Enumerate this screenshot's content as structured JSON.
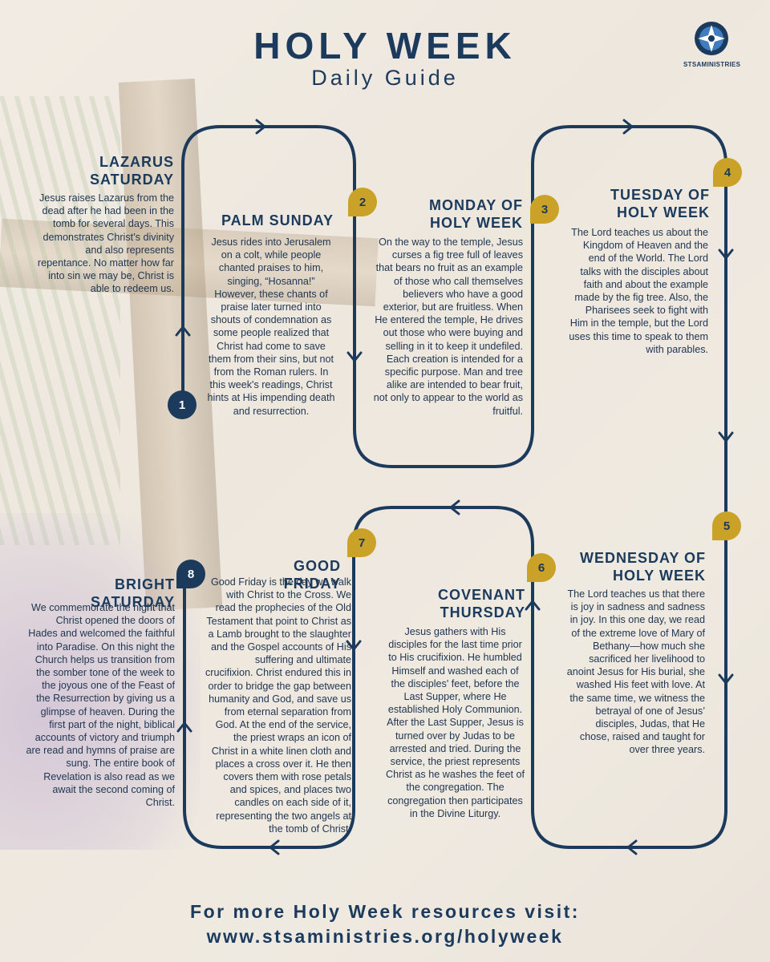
{
  "header": {
    "title": "HOLY WEEK",
    "subtitle": "Daily Guide",
    "logo_text": "STSAMINISTRIES"
  },
  "colors": {
    "navy": "#1b3a5c",
    "gold": "#c9a227"
  },
  "days": [
    {
      "number": "1",
      "title": "LAZARUS SATURDAY",
      "text": "Jesus raises Lazarus from the dead after he had been in the tomb for several days. This demonstrates Christ’s divinity and also represents repentance. No matter how far into sin we may be, Christ is able to redeem us."
    },
    {
      "number": "2",
      "title": "PALM SUNDAY",
      "text": "Jesus rides into Jerusalem on a colt, while people chanted praises to him, singing, “Hosanna!” However, these chants of praise later turned into shouts of condemnation as some people realized that Christ had come to save them from their sins, but not from the Roman rulers. In this week's readings, Christ hints at His impending death and resurrection."
    },
    {
      "number": "3",
      "title": "MONDAY OF HOLY WEEK",
      "text": "On the way to the temple, Jesus curses a fig tree full of leaves that bears no fruit as an example of those who call themselves believers who have a good exterior, but are fruitless. When He entered the temple, He drives out those who were buying and selling in it to keep it undefiled. Each creation is intended for a specific purpose. Man and tree alike are intended to bear fruit, not only to appear to the world as fruitful."
    },
    {
      "number": "4",
      "title": "TUESDAY OF HOLY WEEK",
      "text": "The Lord teaches us about the Kingdom of Heaven and the end of the World. The Lord talks with the disciples about faith and about the example made by the fig tree. Also, the Pharisees seek to fight with Him in the temple, but the Lord uses this time to speak to them with parables."
    },
    {
      "number": "5",
      "title": "WEDNESDAY OF HOLY WEEK",
      "text": "The Lord teaches us that there is joy in sadness and sadness in joy. In this one day, we read of the extreme love of Mary of Bethany—how much she sacrificed her livelihood to anoint Jesus for His burial, she washed His feet with love. At the same time, we witness the betrayal of one of Jesus’ disciples, Judas, that He chose, raised and taught for over three years."
    },
    {
      "number": "6",
      "title": "COVENANT THURSDAY",
      "text": "Jesus gathers with His disciples for the last time prior to His crucifixion. He humbled Himself and washed each of the disciples' feet, before the Last Supper, where He established Holy Communion. After the Last Supper, Jesus is turned over by Judas to be arrested and tried. During the service, the priest represents Christ as he washes the feet of the congregation. The congregation then participates in the Divine Liturgy."
    },
    {
      "number": "7",
      "title": "GOOD FRIDAY",
      "text": "Good Friday is the day we walk with Christ to the Cross. We read the prophecies of the Old Testament that point to Christ as a Lamb brought to the slaughter and the Gospel accounts of His suffering and ultimate crucifixion. Christ endured this in order to bridge the gap between humanity and God, and save us from eternal separation from God. At the end of the service, the priest wraps an icon of Christ in a white linen cloth and places a cross over it. He then covers them with rose petals and spices, and places two candles on each side of it, representing the two angels at the tomb of Christ."
    },
    {
      "number": "8",
      "title": "BRIGHT SATURDAY",
      "text": "We commemorate the night that Christ opened the doors of Hades and welcomed the faithful into Paradise. On this night the Church helps us transition from the somber tone of the week to the joyous one of the Feast of the Resurrection by giving us a glimpse of heaven. During the first part of the night, biblical accounts of victory and triumph are read and hymns of praise are sung. The entire book of Revelation is also read as we await the second coming of Christ."
    }
  ],
  "footer": {
    "line1": "For more Holy Week resources visit:",
    "line2": "www.stsaministries.org/holyweek"
  }
}
